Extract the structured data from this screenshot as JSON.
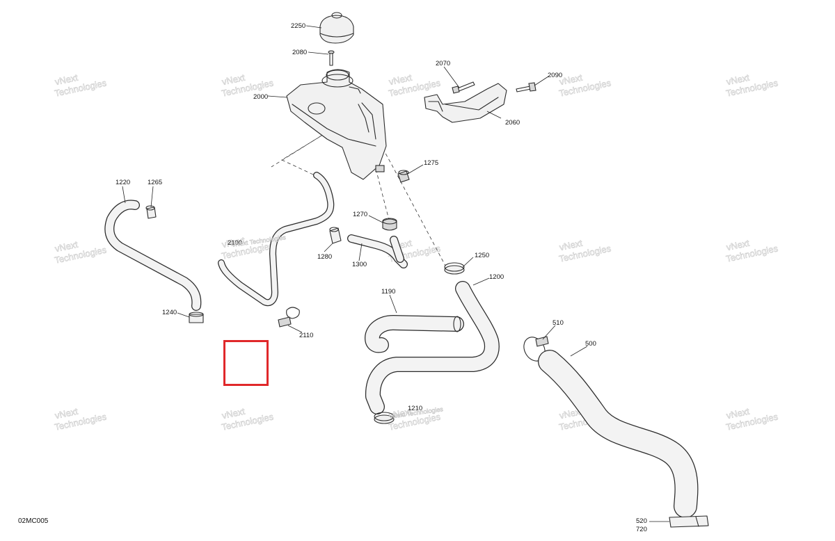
{
  "diagram": {
    "code": "02MC005",
    "watermark": {
      "line1": "vNext",
      "line2": "Technologies",
      "inline": "vNext Technologies"
    },
    "highlight": {
      "color": "#e0282a"
    },
    "callouts": {
      "p2250": "2250",
      "p2080": "2080",
      "p2000": "2000",
      "p2070": "2070",
      "p2090": "2090",
      "p2060": "2060",
      "p1275": "1275",
      "p1220": "1220",
      "p1265": "1265",
      "p1270": "1270",
      "p2100": "2100",
      "p1280": "1280",
      "p1300": "1300",
      "p1250": "1250",
      "p1200": "1200",
      "p1190": "1190",
      "p1240": "1240",
      "p2110": "2110",
      "p510": "510",
      "p500": "500",
      "p1210": "1210",
      "p520": "520",
      "p720": "720"
    }
  }
}
